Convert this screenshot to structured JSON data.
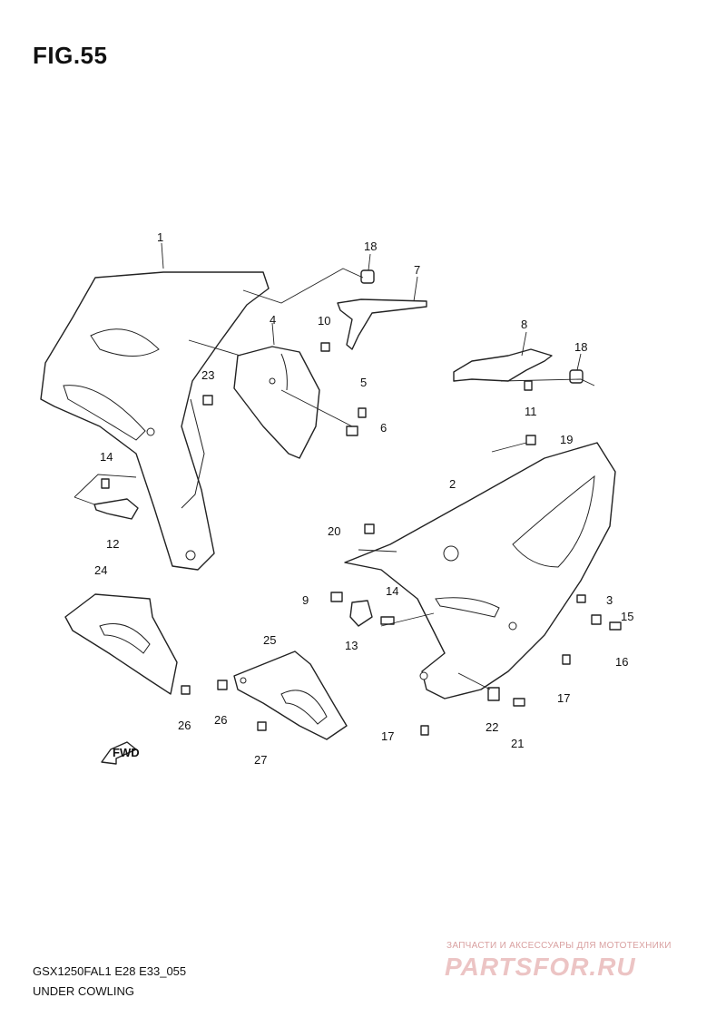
{
  "figure": {
    "title": "FIG.55",
    "model_code": "GSX1250FAL1 E28 E33_055",
    "name": "UNDER COWLING"
  },
  "callouts": [
    "1",
    "2",
    "3",
    "4",
    "5",
    "6",
    "7",
    "8",
    "9",
    "10",
    "11",
    "12",
    "13",
    "14",
    "14",
    "15",
    "16",
    "17",
    "17",
    "18",
    "18",
    "19",
    "20",
    "21",
    "22",
    "23",
    "24",
    "25",
    "26",
    "26",
    "27"
  ],
  "fwd_label": "FWD",
  "watermark": {
    "tagline": "ЗАПЧАСТИ И АКСЕССУАРЫ ДЛЯ МОТОТЕХНИКИ",
    "logo": "PARTSFOR.RU"
  }
}
